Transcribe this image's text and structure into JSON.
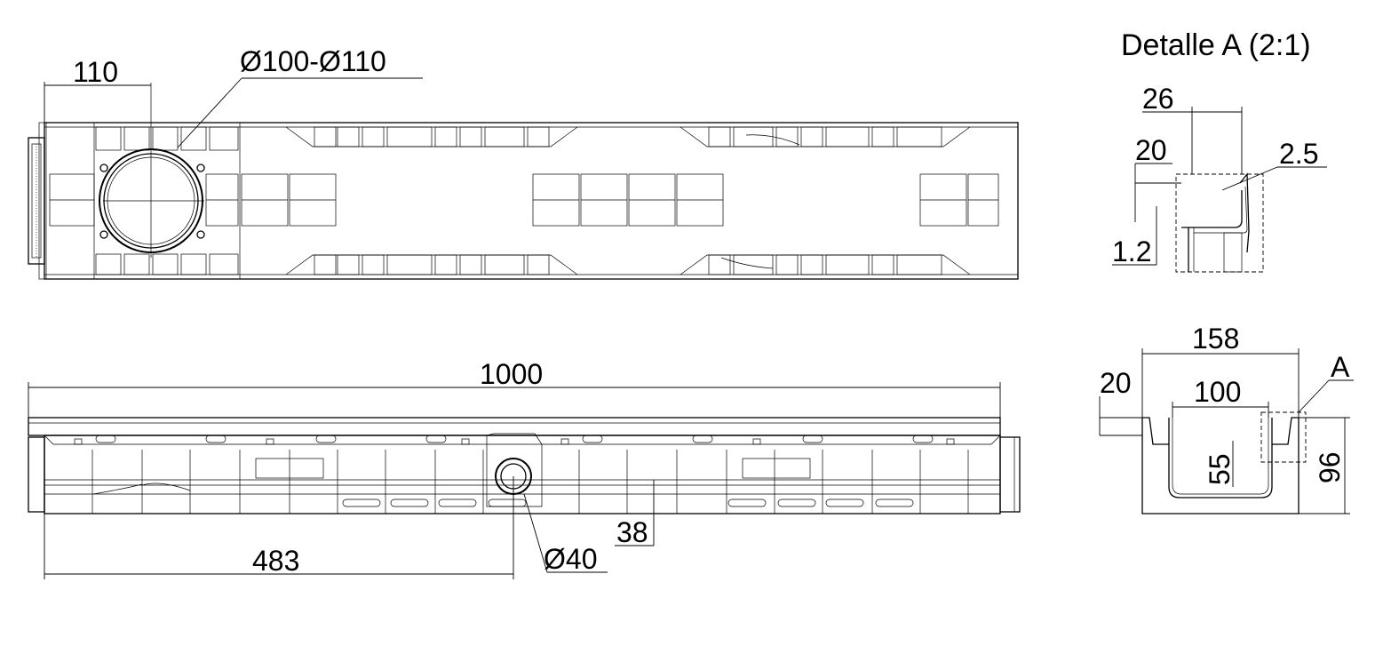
{
  "detail_title": "Detalle A (2:1)",
  "dims": {
    "top_110": "110",
    "top_dia": "Ø100-Ø110",
    "side_1000": "1000",
    "side_483": "483",
    "side_38": "38",
    "side_d40": "Ø40",
    "sec_158": "158",
    "sec_100": "100",
    "sec_20": "20",
    "sec_55": "55",
    "sec_96": "96",
    "sec_A": "A",
    "det_26": "26",
    "det_20": "20",
    "det_25": "2.5",
    "det_12": "1.2"
  }
}
